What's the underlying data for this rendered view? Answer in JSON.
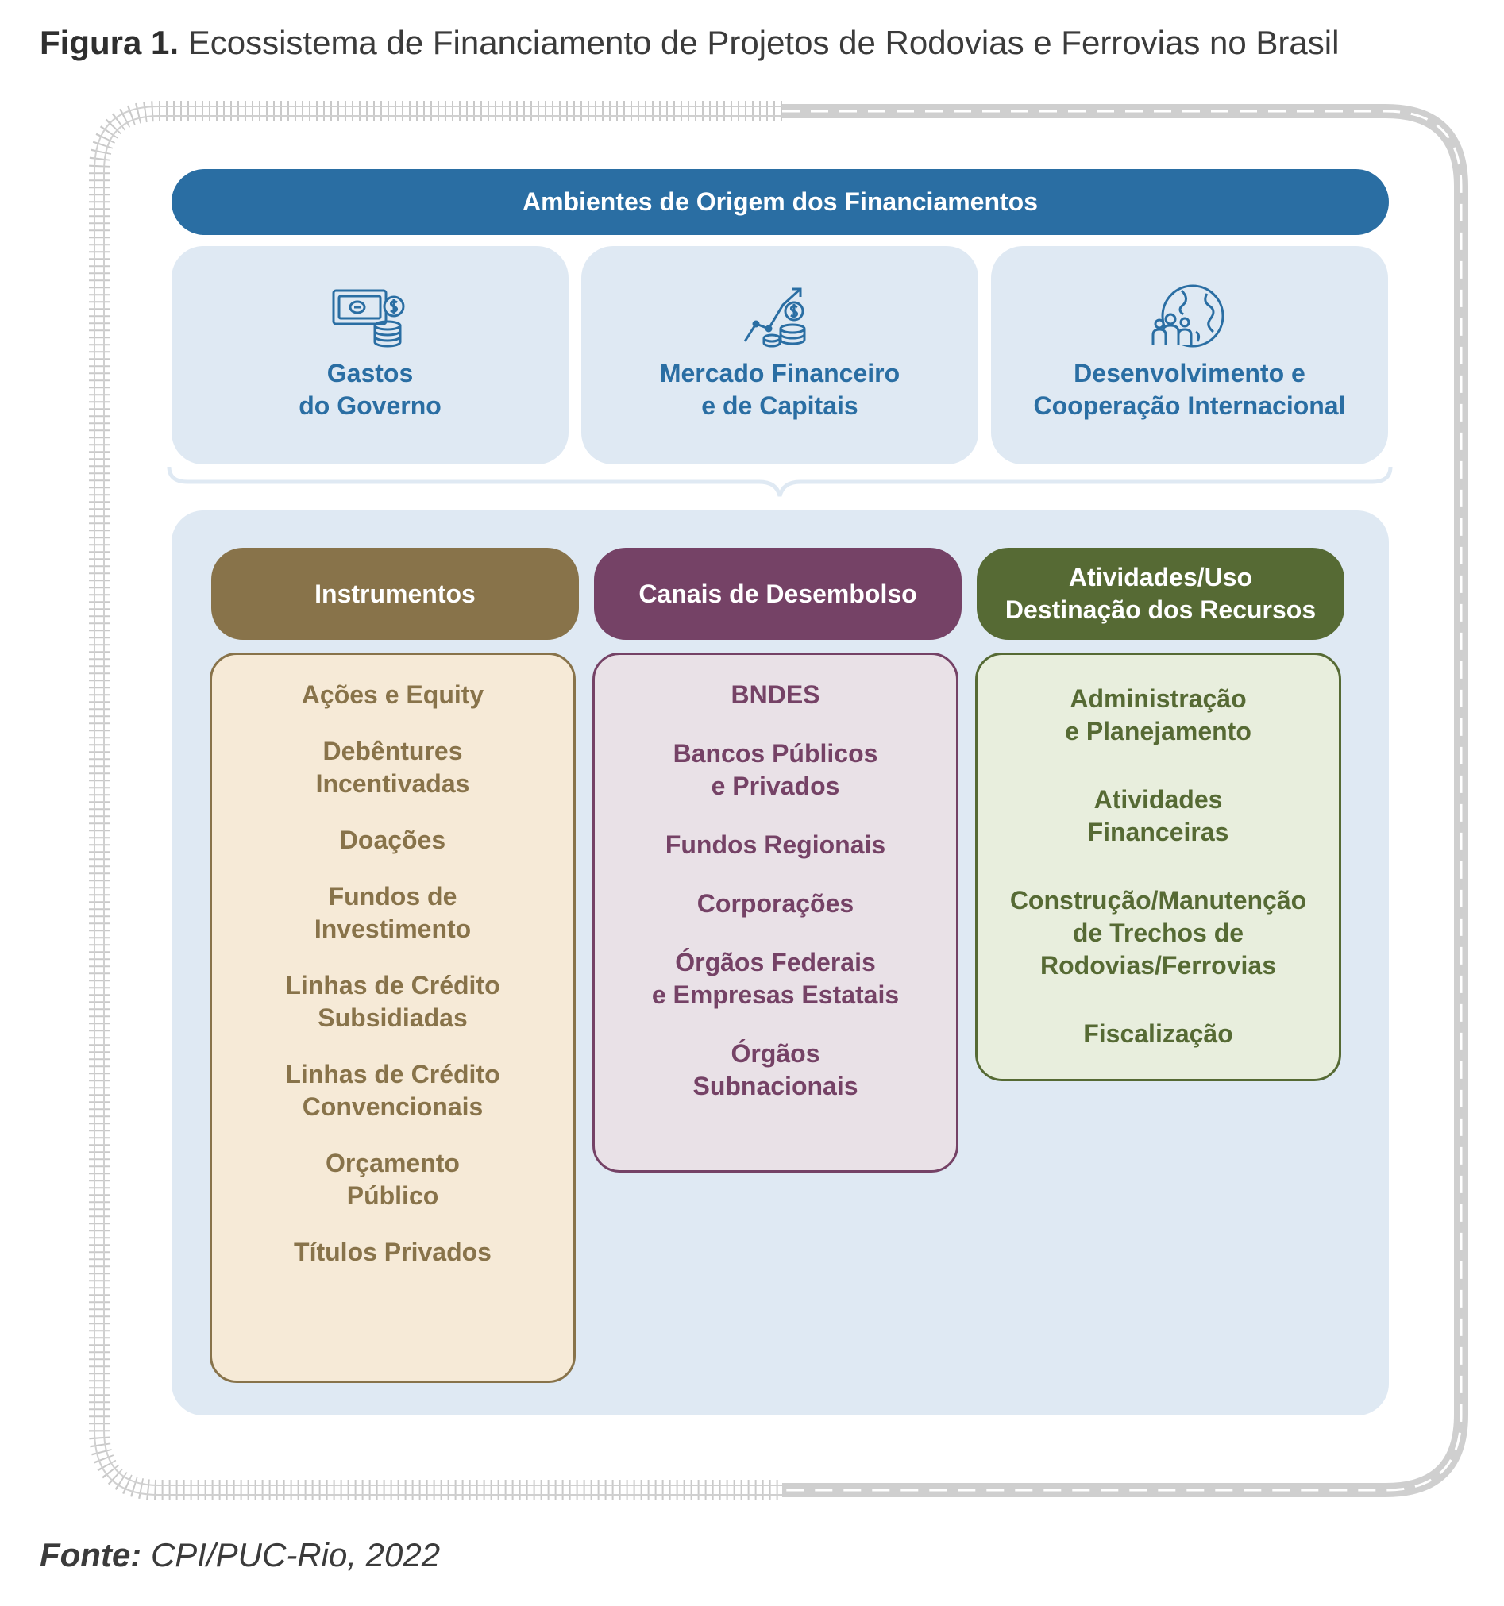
{
  "caption": {
    "label": "Figura 1.",
    "text": " Ecossistema de Financiamento de Projetos de Rodovias e Ferrovias no Brasil"
  },
  "origin": {
    "header": "Ambientes de Origem dos Financiamentos",
    "cards": [
      {
        "icon": "money-coins-icon",
        "lines": [
          "Gastos",
          "do Governo"
        ]
      },
      {
        "icon": "growth-chart-coins-icon",
        "lines": [
          "Mercado Financeiro",
          "e de Capitais"
        ]
      },
      {
        "icon": "globe-people-icon",
        "lines": [
          "Desenvolvimento e",
          "Cooperação Internacional"
        ]
      }
    ]
  },
  "columns": [
    {
      "header": [
        "Instrumentos"
      ],
      "color": "#88734a",
      "items": [
        [
          "Ações e Equity"
        ],
        [
          "Debêntures",
          "Incentivadas"
        ],
        [
          "Doações"
        ],
        [
          "Fundos de",
          "Investimento"
        ],
        [
          "Linhas de Crédito",
          "Subsidiadas"
        ],
        [
          "Linhas de Crédito",
          "Convencionais"
        ],
        [
          "Orçamento",
          "Público"
        ],
        [
          "Títulos Privados"
        ]
      ]
    },
    {
      "header": [
        "Canais de Desembolso"
      ],
      "color": "#754266",
      "items": [
        [
          "BNDES"
        ],
        [
          "Bancos Públicos",
          "e Privados"
        ],
        [
          "Fundos Regionais"
        ],
        [
          "Corporações"
        ],
        [
          "Órgãos Federais",
          "e Empresas Estatais"
        ],
        [
          "Órgãos",
          "Subnacionais"
        ]
      ]
    },
    {
      "header": [
        "Atividades/Uso",
        "Destinação dos Recursos"
      ],
      "color": "#566a34",
      "items": [
        [
          "Administração",
          "e Planejamento"
        ],
        [
          "Atividades",
          "Financeiras"
        ],
        [
          "Construção/Manutenção",
          "de Trechos de",
          "Rodovias/Ferrovias"
        ],
        [
          "Fiscalização"
        ]
      ]
    }
  ],
  "source": {
    "label": "Fonte:",
    "text": " CPI/PUC-Rio, 2022"
  }
}
